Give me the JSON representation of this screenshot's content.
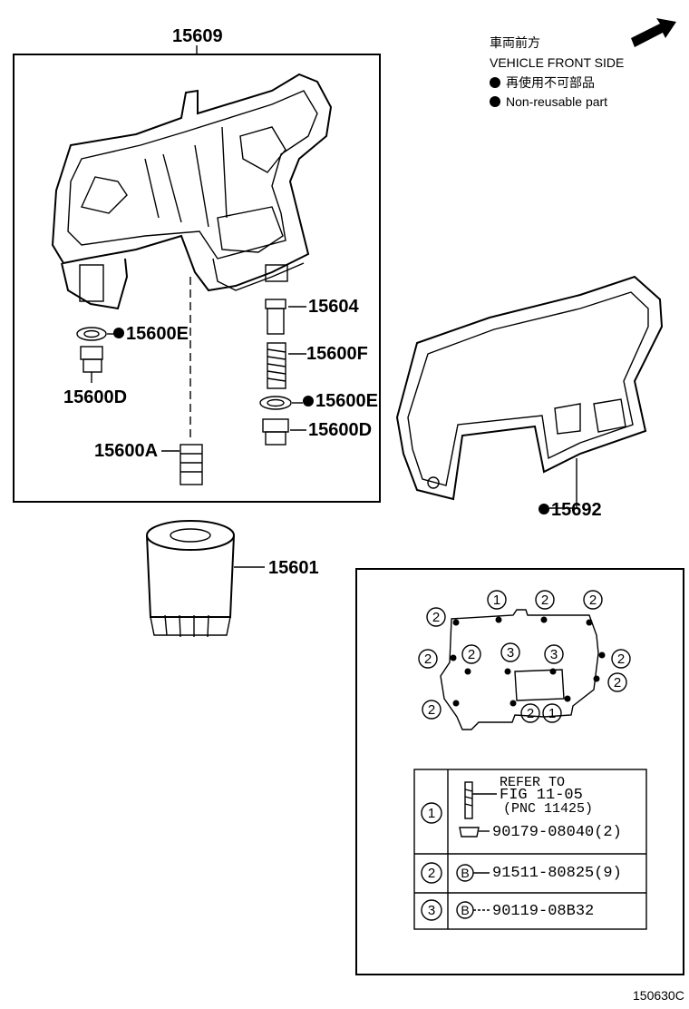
{
  "legend": {
    "title_jp": "車両前方",
    "title_en": "VEHICLE FRONT SIDE",
    "nonreuse_jp": "再使用不可部品",
    "nonreuse_en": "Non-reusable part"
  },
  "parts": {
    "oil_pan": "15609",
    "valve_plug": "15604",
    "spring": "15600F",
    "gasket_right": "15600E",
    "gasket_left": "15600E",
    "plug_left": "15600D",
    "plug_right": "15600D",
    "sleeve": "15600A",
    "filter": "15601",
    "pan_gasket": "15692"
  },
  "bolt_map": {
    "markers": [
      {
        "num": "1"
      },
      {
        "num": "2"
      },
      {
        "num": "2"
      },
      {
        "num": "2"
      },
      {
        "num": "2"
      },
      {
        "num": "2"
      },
      {
        "num": "3"
      },
      {
        "num": "3"
      },
      {
        "num": "2"
      },
      {
        "num": "2"
      },
      {
        "num": "2"
      },
      {
        "num": "2"
      },
      {
        "num": "1"
      }
    ]
  },
  "table": {
    "rows": [
      {
        "num": "1",
        "refer_line1": "REFER TO",
        "refer_line2": "FIG 11-05",
        "refer_line3": "(PNC 11425)",
        "part": "90179-08040(2)",
        "badge": ""
      },
      {
        "num": "2",
        "badge": "B",
        "part": "91511-80825(9)"
      },
      {
        "num": "3",
        "badge": "B",
        "part": "90119-08B32"
      }
    ]
  },
  "figure_code": "150630C"
}
